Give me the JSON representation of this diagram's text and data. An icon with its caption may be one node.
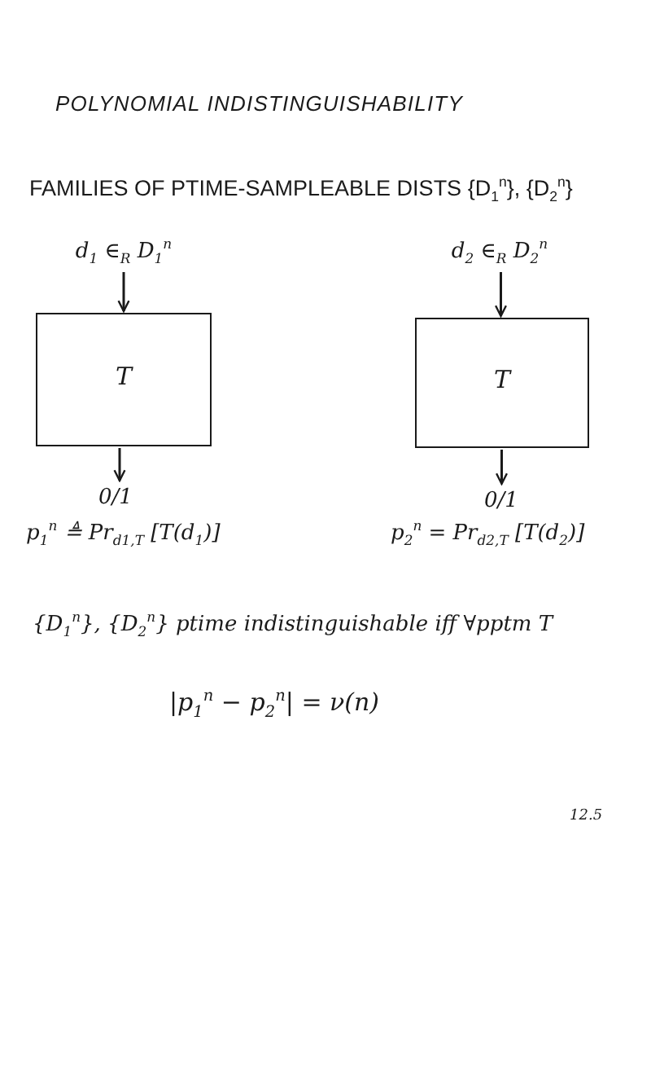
{
  "diagram": {
    "title": "POLYNOMIAL INDISTINGUISHABILITY",
    "nodes": [
      {
        "text": [
          "d$_{1}$ ∈$_{R}$ D$_{1}$$^{n}$"
        ]
      },
      {
        "text": [
          "T"
        ]
      },
      {
        "text": [
          "0/1"
        ]
      },
      {
        "text": [
          "d$_{2}$ ∈$_{R}$ D$_{2}$$^{n}$"
        ]
      },
      {
        "text": [
          "T"
        ]
      },
      {
        "text": [
          "0/1"
        ]
      }
    ],
    "edges": [
      {
        "from": 0,
        "to": 1,
        "arrow": "to"
      },
      {
        "from": 1,
        "to": 2,
        "arrow": "to"
      },
      {
        "from": 3,
        "to": 4,
        "arrow": "to"
      },
      {
        "from": 4,
        "to": 5,
        "arrow": "to"
      }
    ],
    "labels": [
      "FAMILIES OF PTIME-SAMPLEABLE DISTS {D$_{1}$$^{n}$}, {D$_{2}$$^{n}$}",
      "p$_{1}$$^{n}$ ≜ Pr$_{d1,T}$ [T(d$_{1}$)]",
      "p$_{2}$$^{n}$ = Pr$_{d2,T}$ [T(d$_{2}$)]",
      "{D$_{1}$$^{n}$}, {D$_{2}$$^{n}$} ptime indistinguishable iff ∀pptm T",
      "|p$_{1}$$^{n}$ − p$_{2}$$^{n}$| = ν(n)",
      "12.5"
    ]
  }
}
